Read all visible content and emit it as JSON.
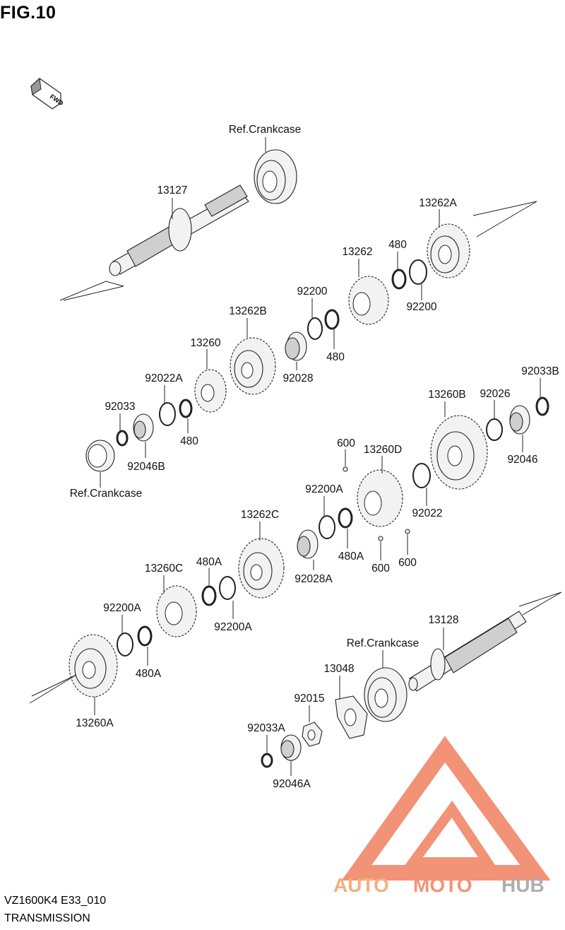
{
  "figure": {
    "title": "FIG.10",
    "model_code": "VZ1600K4 E33_010",
    "section": "TRANSMISSION",
    "direction_label": "FWD"
  },
  "watermark": {
    "brand_a": "AUTO",
    "brand_b": "MOTO",
    "brand_c": "HUB",
    "color_primary": "#f08060",
    "color_secondary": "#a0a0a0"
  },
  "parts": [
    {
      "id": "ref1",
      "label": "Ref.Crankcase"
    },
    {
      "id": "p13127",
      "label": "13127"
    },
    {
      "id": "p13262A",
      "label": "13262A"
    },
    {
      "id": "p13262",
      "label": "13262"
    },
    {
      "id": "p480a",
      "label": "480"
    },
    {
      "id": "p92200a",
      "label": "92200"
    },
    {
      "id": "p92200b",
      "label": "92200"
    },
    {
      "id": "p480b",
      "label": "480"
    },
    {
      "id": "p13262B",
      "label": "13262B"
    },
    {
      "id": "p13260",
      "label": "13260"
    },
    {
      "id": "p92028",
      "label": "92028"
    },
    {
      "id": "p92022A",
      "label": "92022A"
    },
    {
      "id": "p92033",
      "label": "92033"
    },
    {
      "id": "p480c",
      "label": "480"
    },
    {
      "id": "p92046B",
      "label": "92046B"
    },
    {
      "id": "ref2",
      "label": "Ref.Crankcase"
    },
    {
      "id": "p92033B",
      "label": "92033B"
    },
    {
      "id": "p13260B",
      "label": "13260B"
    },
    {
      "id": "p92026",
      "label": "92026"
    },
    {
      "id": "p92046",
      "label": "92046"
    },
    {
      "id": "p600a",
      "label": "600"
    },
    {
      "id": "p13260D",
      "label": "13260D"
    },
    {
      "id": "p92200A",
      "label": "92200A"
    },
    {
      "id": "p92022",
      "label": "92022"
    },
    {
      "id": "p13262C",
      "label": "13262C"
    },
    {
      "id": "p480A",
      "label": "480A"
    },
    {
      "id": "p600b",
      "label": "600"
    },
    {
      "id": "p600c",
      "label": "600"
    },
    {
      "id": "p92028A",
      "label": "92028A"
    },
    {
      "id": "p13260C",
      "label": "13260C"
    },
    {
      "id": "p480Ab",
      "label": "480A"
    },
    {
      "id": "p92200Ab",
      "label": "92200A"
    },
    {
      "id": "p92200Ac",
      "label": "92200A"
    },
    {
      "id": "p480Ac",
      "label": "480A"
    },
    {
      "id": "p13128",
      "label": "13128"
    },
    {
      "id": "ref3",
      "label": "Ref.Crankcase"
    },
    {
      "id": "p13048",
      "label": "13048"
    },
    {
      "id": "p92015",
      "label": "92015"
    },
    {
      "id": "p92033A",
      "label": "92033A"
    },
    {
      "id": "p92046A",
      "label": "92046A"
    },
    {
      "id": "p13260A",
      "label": "13260A"
    }
  ]
}
